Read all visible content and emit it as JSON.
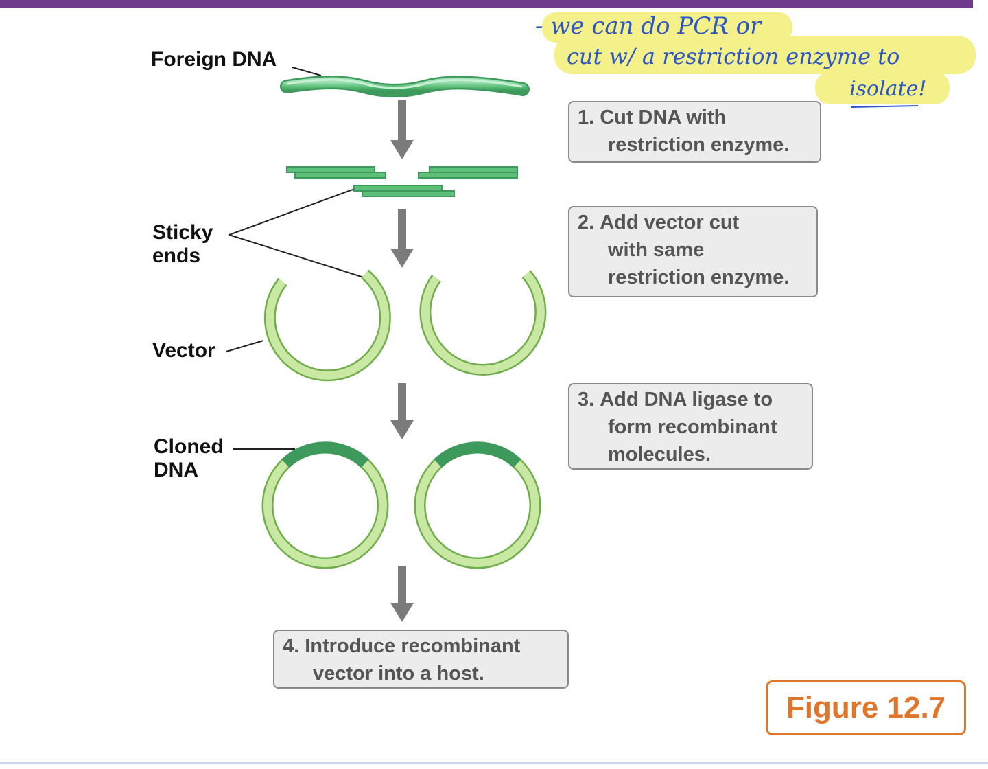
{
  "labels": {
    "foreign_dna": "Foreign DNA",
    "sticky_ends_line1": "Sticky",
    "sticky_ends_line2": "ends",
    "vector": "Vector",
    "cloned_dna_line1": "Cloned",
    "cloned_dna_line2": "DNA"
  },
  "steps": [
    {
      "number": "1.",
      "lines": [
        "Cut DNA with",
        "restriction enzyme."
      ]
    },
    {
      "number": "2.",
      "lines": [
        "Add vector cut",
        "with same",
        "restriction enzyme."
      ]
    },
    {
      "number": "3.",
      "lines": [
        "Add DNA ligase to",
        "form recombinant",
        "molecules."
      ]
    },
    {
      "number": "4.",
      "lines": [
        "Introduce recombinant",
        "vector into a host."
      ]
    }
  ],
  "handwritten_note": {
    "lines": [
      "- we can do PCR or",
      "cut w/ a restriction enzyme to",
      "isolate!"
    ]
  },
  "figure_label": "Figure 12.7",
  "colors": {
    "header_bar": "#6e3a8c",
    "dna_green": "#5cbf7a",
    "vector_green": "#a8d67a",
    "arrow_gray": "#7b7b7b",
    "figure_orange": "#e0762c",
    "highlight_yellow": "#f4f08a",
    "ink_blue": "#2a56c6"
  }
}
